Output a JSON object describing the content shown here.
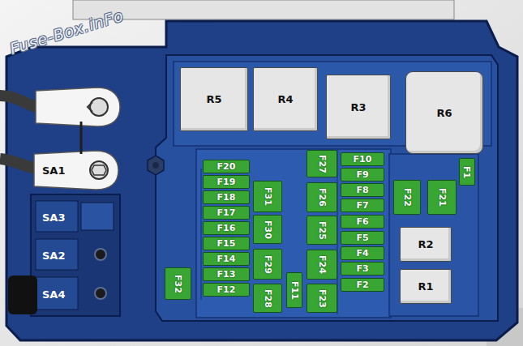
{
  "diagram": {
    "nodes": [
      {
        "text": [
          "R5"
        ]
      },
      {
        "text": [
          "R4"
        ]
      },
      {
        "text": [
          "R3"
        ]
      },
      {
        "text": [
          "R6"
        ]
      },
      {
        "text": [
          "SA1"
        ]
      },
      {
        "text": [
          "F20"
        ]
      },
      {
        "text": [
          "F27"
        ]
      },
      {
        "text": [
          "F10"
        ]
      },
      {
        "text": [
          "F1"
        ]
      },
      {
        "text": [
          "F19"
        ]
      },
      {
        "text": [
          "F9"
        ]
      },
      {
        "text": [
          "F31"
        ]
      },
      {
        "text": [
          "F8"
        ]
      },
      {
        "text": [
          "F22"
        ]
      },
      {
        "text": [
          "F21"
        ]
      },
      {
        "text": [
          "F18"
        ]
      },
      {
        "text": [
          "F26"
        ]
      },
      {
        "text": [
          "F7"
        ]
      },
      {
        "text": [
          "F17"
        ]
      },
      {
        "text": [
          "F6"
        ]
      },
      {
        "text": [
          "F16"
        ]
      },
      {
        "text": [
          "F30"
        ]
      },
      {
        "text": [
          "F25"
        ]
      },
      {
        "text": [
          "F5"
        ]
      },
      {
        "text": [
          "F15"
        ]
      },
      {
        "text": [
          "F4"
        ]
      },
      {
        "text": [
          "F14"
        ]
      },
      {
        "text": [
          "F29"
        ]
      },
      {
        "text": [
          "F24"
        ]
      },
      {
        "text": [
          "F3"
        ]
      },
      {
        "text": [
          "F13"
        ]
      },
      {
        "text": [
          "R2"
        ]
      },
      {
        "text": [
          "F32"
        ]
      },
      {
        "text": [
          "F11"
        ]
      },
      {
        "text": [
          "F12"
        ]
      },
      {
        "text": [
          "F2"
        ]
      },
      {
        "text": [
          "R1"
        ]
      },
      {
        "text": [
          "F28"
        ]
      },
      {
        "text": [
          "F23"
        ]
      }
    ],
    "labels": [
      "Fuse-Box.inFo",
      "SA3",
      "SA2",
      "SA4"
    ]
  }
}
